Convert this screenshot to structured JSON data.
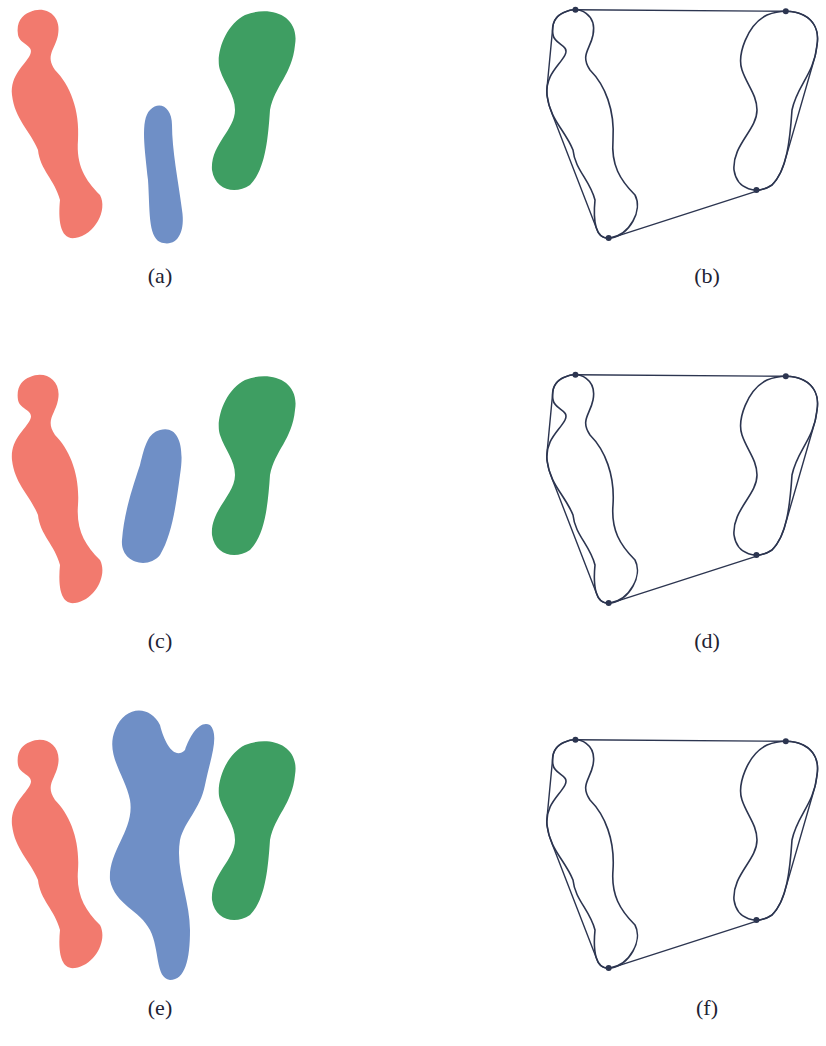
{
  "diagram": {
    "labels": [
      "(a)",
      "(b)",
      "(c)",
      "(d)",
      "(e)",
      "(f)"
    ]
  }
}
